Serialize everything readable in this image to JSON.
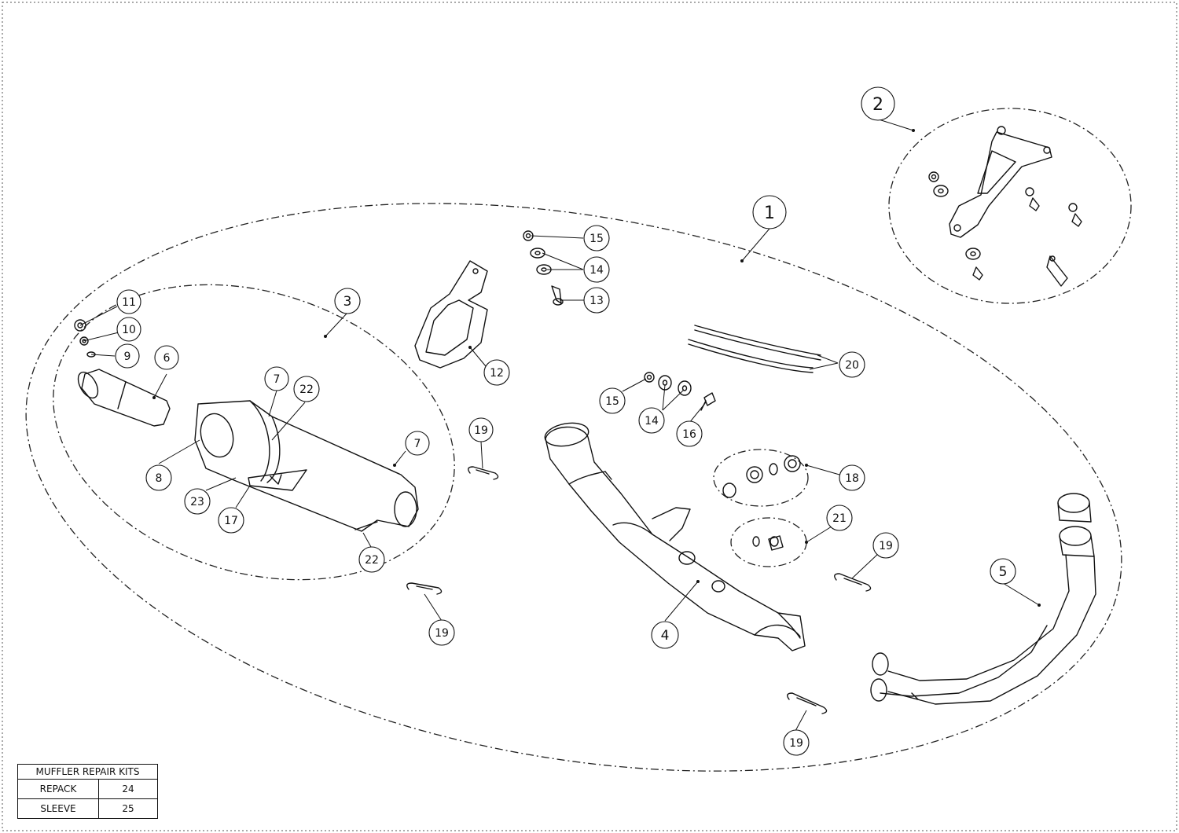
{
  "callouts": [
    {
      "label": "1"
    },
    {
      "label": "2"
    },
    {
      "label": "3"
    },
    {
      "label": "4"
    },
    {
      "label": "5"
    },
    {
      "label": "6"
    },
    {
      "label": "7"
    },
    {
      "label": "7"
    },
    {
      "label": "8"
    },
    {
      "label": "9"
    },
    {
      "label": "10"
    },
    {
      "label": "11"
    },
    {
      "label": "12"
    },
    {
      "label": "13"
    },
    {
      "label": "14"
    },
    {
      "label": "14"
    },
    {
      "label": "15"
    },
    {
      "label": "15"
    },
    {
      "label": "16"
    },
    {
      "label": "17"
    },
    {
      "label": "18"
    },
    {
      "label": "19"
    },
    {
      "label": "19"
    },
    {
      "label": "19"
    },
    {
      "label": "19"
    },
    {
      "label": "20"
    },
    {
      "label": "21"
    },
    {
      "label": "22"
    },
    {
      "label": "22"
    },
    {
      "label": "23"
    }
  ],
  "kit_table": {
    "title": "MUFFLER REPAIR KITS",
    "rows": [
      {
        "name": "REPACK",
        "number": "24"
      },
      {
        "name": "SLEEVE",
        "number": "25"
      }
    ]
  }
}
